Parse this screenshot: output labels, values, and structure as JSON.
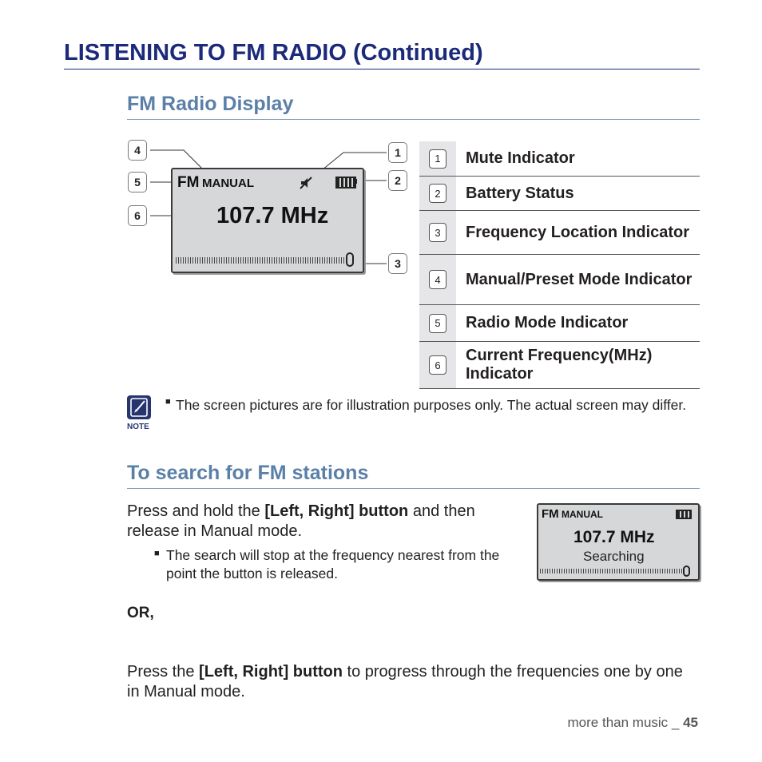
{
  "page_title": "LISTENING TO FM RADIO (Continued)",
  "section1_heading": "FM Radio Display",
  "lcd1": {
    "mode_fm": "FM",
    "mode_manual": "MANUAL",
    "frequency": "107.7 MHz",
    "mute_icon": "mute-speaker-icon",
    "battery_icon": "battery-icon"
  },
  "callouts": [
    "1",
    "2",
    "3",
    "4",
    "5",
    "6"
  ],
  "legend": [
    {
      "num": "1",
      "label": "Mute Indicator"
    },
    {
      "num": "2",
      "label": "Battery Status"
    },
    {
      "num": "3",
      "label": "Frequency Location Indicator"
    },
    {
      "num": "4",
      "label": "Manual/Preset Mode Indicator"
    },
    {
      "num": "5",
      "label": "Radio Mode Indicator"
    },
    {
      "num": "6",
      "label": "Current Frequency(MHz) Indicator"
    }
  ],
  "note": {
    "icon_label": "NOTE",
    "text": "The screen pictures are for illustration purposes only. The actual screen may differ."
  },
  "section2_heading": "To search for FM stations",
  "instr1": {
    "pre": "Press and hold the ",
    "bold": "[Left, Right] button",
    "post": " and then release in Manual mode."
  },
  "instr1_bullet": "The search will stop at the frequency nearest from the point the button is released.",
  "lcd2": {
    "mode_fm": "FM",
    "mode_manual": "MANUAL",
    "frequency": "107.7 MHz",
    "status": "Searching"
  },
  "or_label": "OR,",
  "instr2": {
    "pre": "Press the ",
    "bold": "[Left, Right] button",
    "post": " to progress through the frequencies one by one in Manual mode."
  },
  "footer": {
    "text": "more than music _ ",
    "page": "45"
  }
}
